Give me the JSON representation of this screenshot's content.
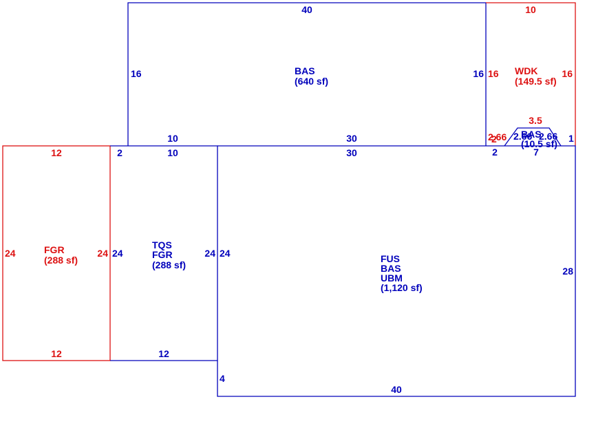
{
  "colors": {
    "blue": "#0000bb",
    "red": "#dd1111"
  },
  "areas": {
    "bas_top": {
      "code": "BAS",
      "area": "(640 sf)"
    },
    "wdk": {
      "code": "WDK",
      "area": "(149.5 sf)"
    },
    "bay": {
      "code": "BAS",
      "area": "(10.5 sf)"
    },
    "fgr_left": {
      "code": "FGR",
      "area": "(288 sf)"
    },
    "tqs_fgr": {
      "code1": "TQS",
      "code2": "FGR",
      "area": "(288 sf)"
    },
    "main": {
      "code1": "FUS",
      "code2": "BAS",
      "code3": "UBM",
      "area": "(1,120 sf)"
    }
  },
  "dims": {
    "bas_top_top": "40",
    "bas_top_left": "16",
    "bas_top_right": "16",
    "bas_top_bottom_left": "10",
    "bas_top_bottom_mid": "30",
    "bas_top_bottom_step": "2",
    "wdk_top": "10",
    "wdk_left": "16",
    "wdk_right": "16",
    "wdk_bay_front": "3.5",
    "wdk_left_seg": "2.66",
    "wdk_step": "2",
    "wdk_right_seg": "1",
    "bay_angle_left": "2.66",
    "bay_angle_right": "2.66",
    "bay_base": "7",
    "bay_base_left": "2",
    "fgr_top": "12",
    "fgr_left": "24",
    "fgr_right": "24",
    "fgr_bottom": "12",
    "tqs_top_step": "2",
    "tqs_top": "10",
    "tqs_left": "24",
    "tqs_right": "24",
    "tqs_bottom": "12",
    "main_top": "30",
    "main_left": "24",
    "main_left_step": "4",
    "main_right": "28",
    "main_bottom": "40"
  }
}
